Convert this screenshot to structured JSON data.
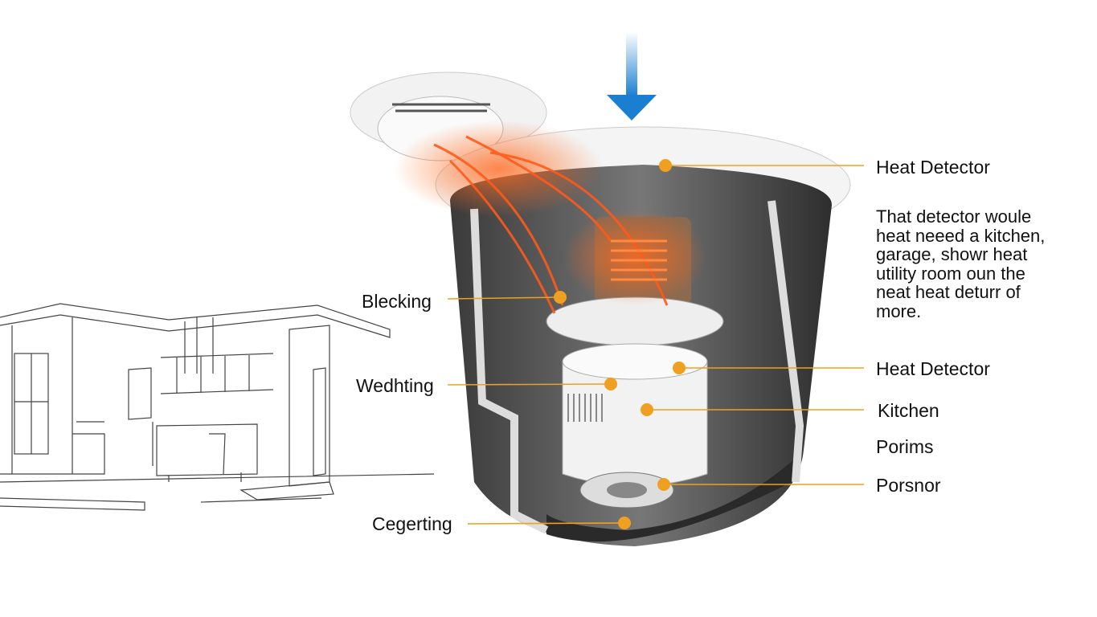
{
  "labels": {
    "heat_detector_top": "Heat Detector",
    "description_lines": [
      "That detector woule",
      "heat neeed a kitchen,",
      "garage, showr heat",
      "utility room oun the",
      "neat heat deturr of",
      "more."
    ],
    "heat_detector_mid": "Heat Detector",
    "kitchen": "Kitchen",
    "porims": "Porims",
    "porsnor": "Porsnor",
    "blecking": "Blecking",
    "wedhting": "Wedhting",
    "cegerting": "Cegerting"
  },
  "colors": {
    "leader": "#f0a020",
    "arrow": "#1a7fd0",
    "heat": "#ff4a1a"
  }
}
